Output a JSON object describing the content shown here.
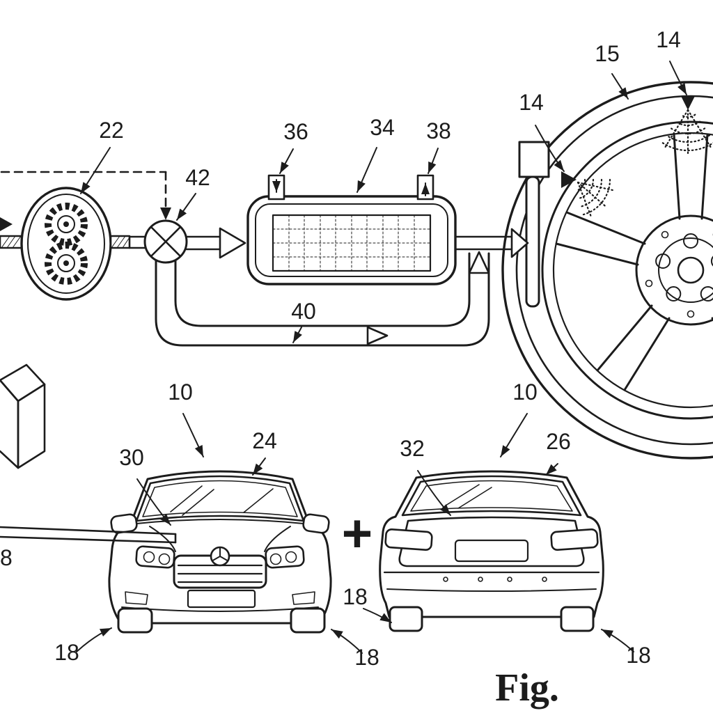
{
  "colors": {
    "ink": "#1c1c1c",
    "background": "#ffffff"
  },
  "caption": "Fig.",
  "plus_symbol": "+",
  "labels": {
    "pump": "22",
    "control_valve": "42",
    "inlet_port": "36",
    "conditioning_unit": "34",
    "outlet_port": "38",
    "bypass_line": "40",
    "tire": "15",
    "nozzle_upper": "14",
    "nozzle_lower": "14",
    "vehicle_front_view": "10",
    "vehicle_rear_view": "10",
    "windshield": "24",
    "hood_nozzle": "30",
    "rear_window": "32",
    "rear_screen": "26",
    "reservoir": "8",
    "wheels": {
      "front_left": "18",
      "front_right": "18",
      "rear_left": "18",
      "rear_right": "18"
    }
  }
}
